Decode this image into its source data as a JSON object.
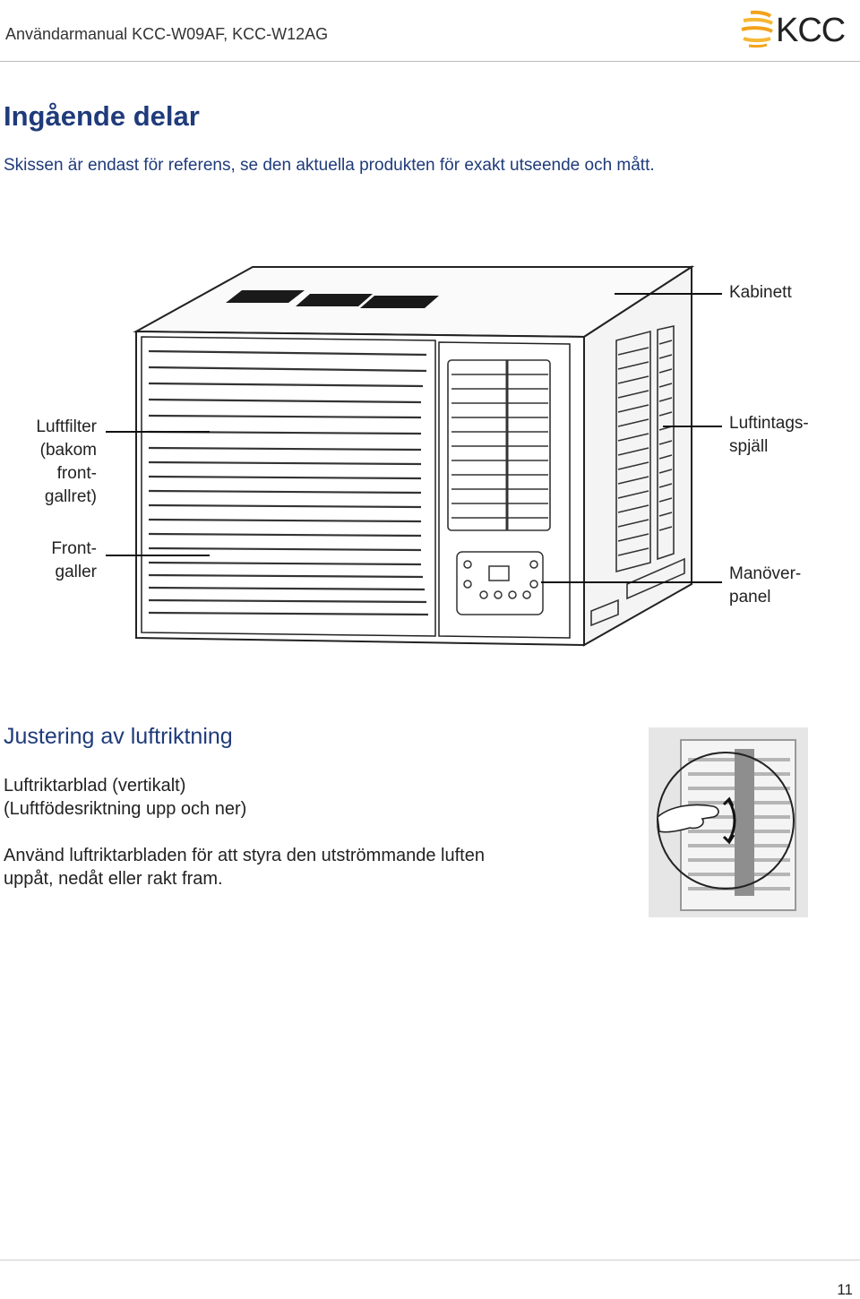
{
  "header": {
    "title": "Användarmanual KCC-W09AF, KCC-W12AG",
    "logo_text": "KCC",
    "logo_color": "#f2a21a"
  },
  "section": {
    "title": "Ingående delar",
    "intro": "Skissen är endast för referens, se den aktuella produkten för exakt utseende och mått."
  },
  "diagram_labels": {
    "cabinet": "Kabinett",
    "air_filter": [
      "Luftfilter",
      "(bakom",
      "front-",
      "gallret)"
    ],
    "front_grille": [
      "Front-",
      "galler"
    ],
    "intake_damper": [
      "Luftintags-",
      "spjäll"
    ],
    "control_panel": [
      "Manöver-",
      "panel"
    ]
  },
  "airflow": {
    "title": "Justering av luftriktning",
    "subtitle_line1": "Luftriktarblad (vertikalt)",
    "subtitle_line2": "(Luftfödesriktning upp och ner)",
    "body_line1": "Använd luftriktarbladen för att styra den utströmmande luften",
    "body_line2": "uppåt, nedåt eller rakt fram."
  },
  "footer": {
    "page": "11"
  },
  "colors": {
    "heading": "#1f3b7a",
    "text": "#222222",
    "line": "#111111"
  }
}
